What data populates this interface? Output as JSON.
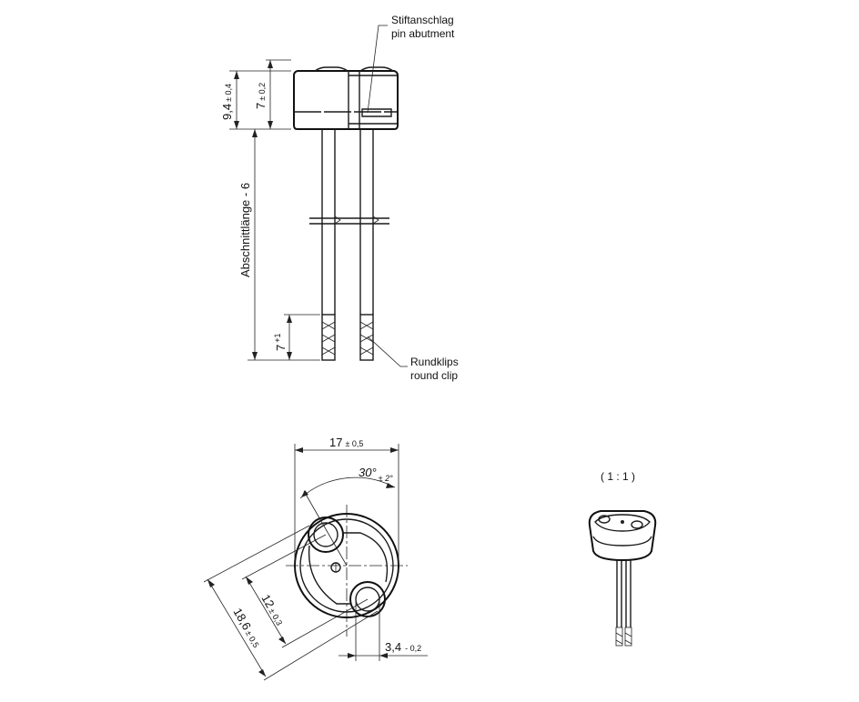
{
  "side_view": {
    "callout_stop_de": "Stiftanschlag",
    "callout_stop_en": "pin abutment",
    "dim_total_height": "9,4",
    "dim_total_height_tol": "± 0,4",
    "dim_body_height": "7",
    "dim_body_height_tol": "± 0,2",
    "dim_cut_length": "Abschnittlänge - 6",
    "dim_strip": "7",
    "dim_strip_tol": "+1",
    "callout_clip_de": "Rundklips",
    "callout_clip_en": "round clip"
  },
  "top_view": {
    "dim_width": "17",
    "dim_width_tol": "± 0,5",
    "dim_angle": "30°",
    "dim_angle_tol": "± 2°",
    "dim_diagonal": "18,6",
    "dim_diagonal_tol": "± 0,5",
    "dim_pitch": "12",
    "dim_pitch_tol": "± 0,3",
    "dim_hole": "3,4",
    "dim_hole_tol": "- 0,2"
  },
  "iso_view": {
    "scale_label": "( 1 : 1 )"
  },
  "colors": {
    "line": "#1a1a1a",
    "background": "#ffffff"
  }
}
